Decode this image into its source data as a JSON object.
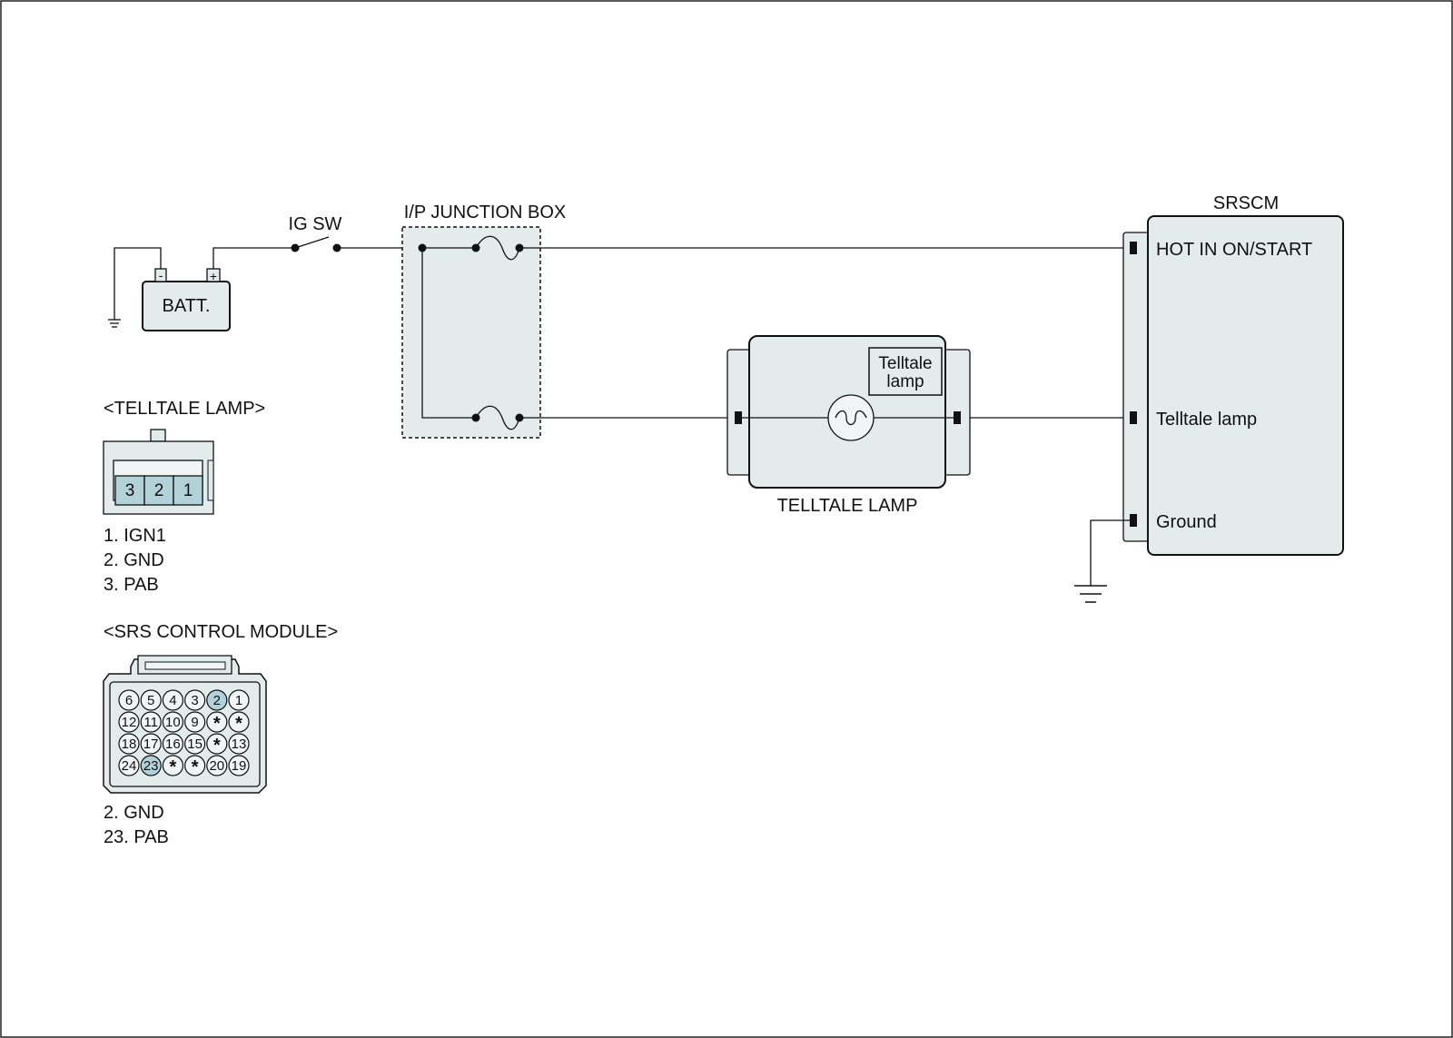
{
  "labels": {
    "ig_sw": "IG SW",
    "jbox": "I/P JUNCTION BOX",
    "batt": "BATT.",
    "batt_minus": "-",
    "batt_plus": "+",
    "srscm": "SRSCM",
    "pin_hot": "HOT IN ON/START",
    "pin_telltale": "Telltale lamp",
    "pin_ground": "Ground",
    "lamp_title": "TELLTALE LAMP",
    "lamp_inner_1": "Telltale",
    "lamp_inner_2": "lamp"
  },
  "telltale_connector": {
    "title": "<TELLTALE LAMP>",
    "pins": [
      "3",
      "2",
      "1"
    ],
    "legend": [
      "1. IGN1",
      "2. GND",
      "3. PAB"
    ]
  },
  "srs_connector": {
    "title": "<SRS CONTROL MODULE>",
    "rows": [
      [
        "6",
        "5",
        "4",
        "3",
        "2",
        "1"
      ],
      [
        "12",
        "11",
        "10",
        "9",
        "*",
        "*"
      ],
      [
        "18",
        "17",
        "16",
        "15",
        "*",
        "13"
      ],
      [
        "24",
        "23",
        "*",
        "*",
        "20",
        "19"
      ]
    ],
    "highlighted": [
      "2",
      "23"
    ],
    "legend": [
      "2. GND",
      "23. PAB"
    ]
  },
  "colors": {
    "fill": "#e4ebeb",
    "highlight": "#b0d2d8",
    "line": "#111111"
  }
}
